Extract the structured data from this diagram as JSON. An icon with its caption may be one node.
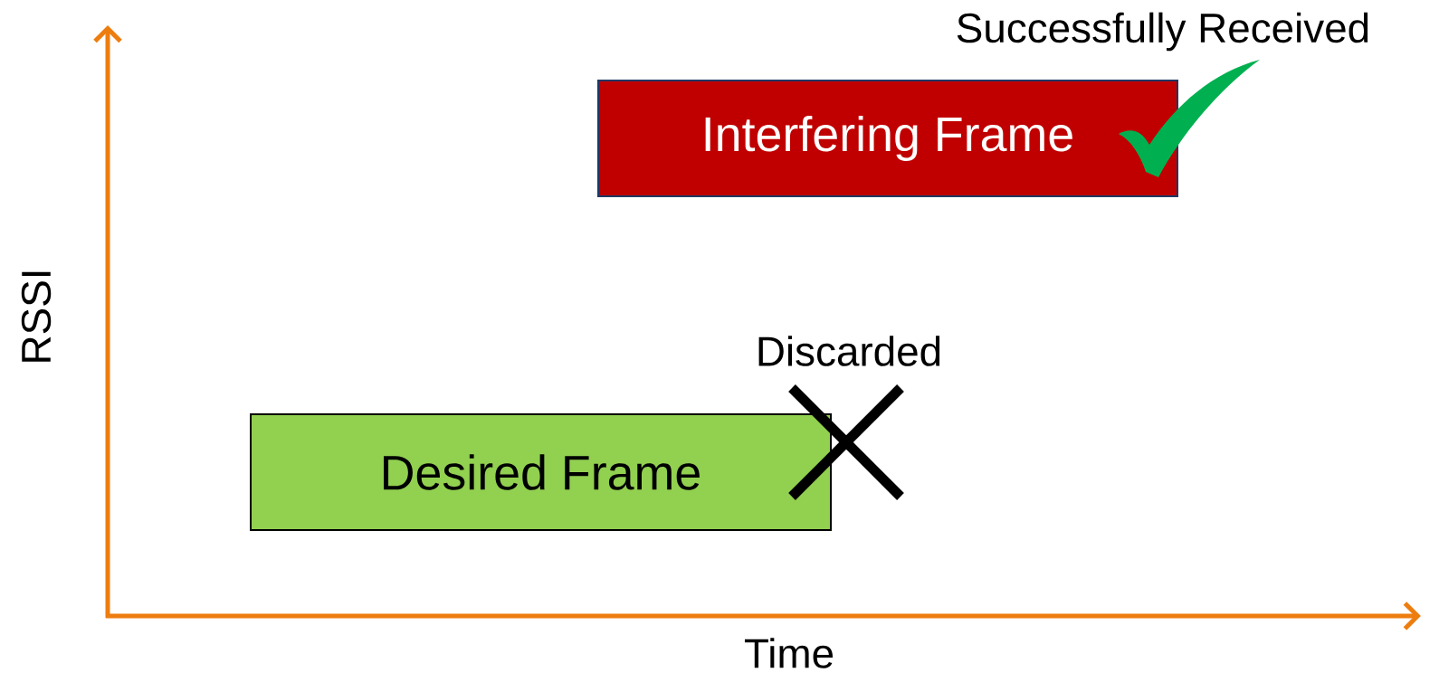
{
  "diagram": {
    "nodes": [
      {
        "text": [
          "Interfering Frame"
        ]
      },
      {
        "text": [
          "Desired Frame"
        ]
      }
    ],
    "labels": [
      "Successfully Received",
      "Discarded",
      "RSSI",
      "Time"
    ]
  }
}
